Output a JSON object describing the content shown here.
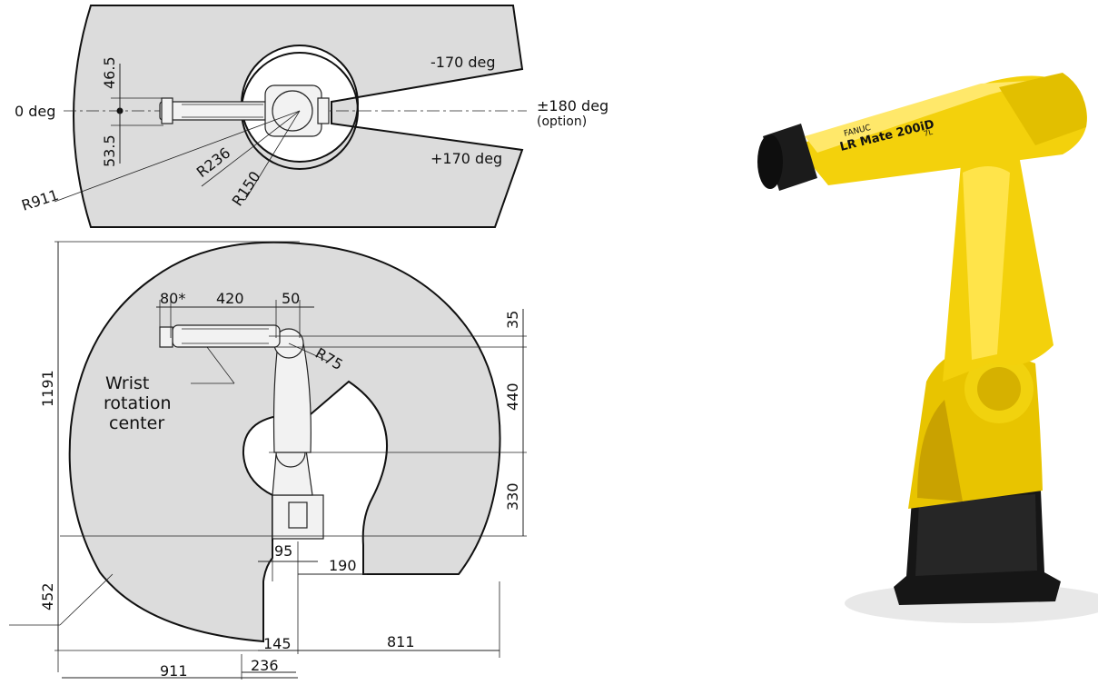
{
  "top_view": {
    "angle_labels": {
      "zero": "0 deg",
      "minus170": "-170 deg",
      "plus170": "+170 deg",
      "pm180": "±180 deg",
      "option": "(option)"
    },
    "dims": {
      "d46": "46.5",
      "d53": "53.5",
      "r911": "R911",
      "r236": "R236",
      "r150": "R150"
    }
  },
  "side_view": {
    "dims": {
      "d80": "80*",
      "d420": "420",
      "d50": "50",
      "d35": "35",
      "r75": "R75",
      "d440": "440",
      "d330": "330",
      "d1191": "1191",
      "d452": "452",
      "d95": "95",
      "d190": "190",
      "d145": "145",
      "d236": "236",
      "d811": "811",
      "d911": "911"
    },
    "wrist_label": [
      "Wrist",
      "rotation",
      "center"
    ]
  },
  "product_photo": {
    "brand": "FANUC",
    "model": "LR Mate 200iD",
    "variant": "7L",
    "colors": {
      "body": "#f3d10c",
      "shade": "#c9a200",
      "base": "#151515"
    }
  }
}
